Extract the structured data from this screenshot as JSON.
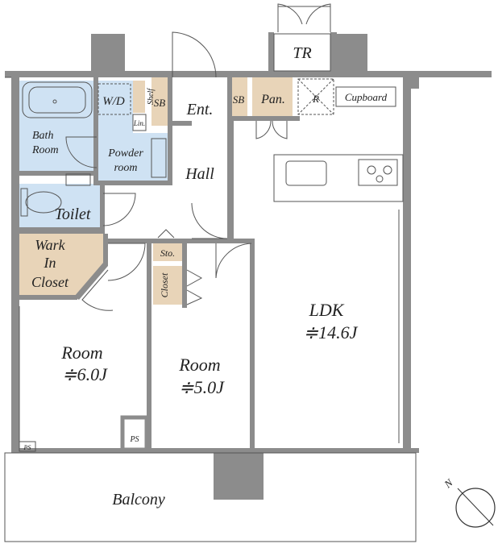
{
  "rooms": {
    "tr": "TR",
    "wd": "W/D",
    "shelf": "Shelf",
    "sb1": "SB",
    "ent": "Ent.",
    "sb2": "SB",
    "pan": "Pan.",
    "r": "R",
    "cupboard": "Cupboard",
    "bath_line1": "Bath",
    "bath_line2": "Room",
    "lin": "Lin.",
    "powder_line1": "Powder",
    "powder_line2": "room",
    "hall": "Hall",
    "toilet": "Toilet",
    "wic_line1": "Wark",
    "wic_line2": "In",
    "wic_line3": "Closet",
    "sto": "Sto.",
    "closet": "Closet",
    "ldk": "LDK",
    "ldk_size": "≑14.6J",
    "room1": "Room",
    "room1_size": "≑6.0J",
    "room2": "Room",
    "room2_size": "≑5.0J",
    "ps1": "PS",
    "ps2": "PS",
    "balcony": "Balcony"
  },
  "compass": {
    "label": "N"
  },
  "colors": {
    "wall": "#8c8c8c",
    "wet_area": "#cfe2f3",
    "storage": "#e8d4b8",
    "line": "#555555"
  }
}
